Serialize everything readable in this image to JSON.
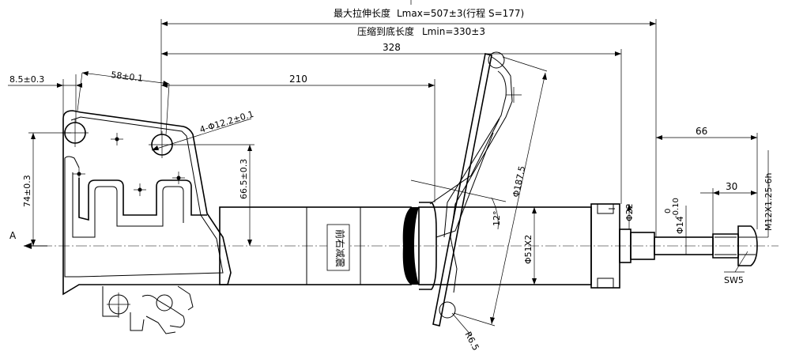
{
  "dimensions": {
    "stroke_max_label": "最大拉伸长度",
    "stroke_max_value": "Lmax=507±3(行程 S=177)",
    "compressed_label": "压缩到底长度",
    "compressed_value": "Lmin=330±3",
    "d328": "328",
    "d210": "210",
    "d66": "66",
    "d30": "30",
    "d8_5": "8.5±0.3",
    "d58": "58±0.1",
    "hole_spec": "4-Φ12.2±0.1",
    "d74": "74±0.3",
    "d66_5": "66.5±0.3",
    "d187_5": "Φ187.5",
    "d12": "12°",
    "d51": "Φ51X2",
    "d22": "Φ22",
    "d14": "Φ14",
    "d14_tol_upper": "0",
    "d14_tol_lower": "-0.10",
    "thread": "M12X1.25-6h",
    "sw": "SW5",
    "r6_5": "R6.5",
    "section_mark": "A"
  },
  "labels": {
    "body_text": "前右减震"
  }
}
